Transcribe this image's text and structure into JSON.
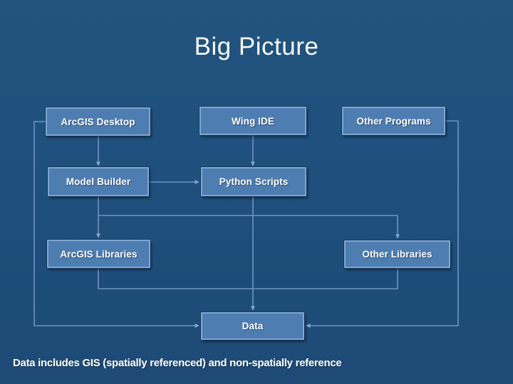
{
  "slide": {
    "title": "Big Picture",
    "caption": "Data includes GIS (spatially referenced) and non-spatially reference",
    "colors": {
      "background": "#1f4e7c",
      "box_fill": "#4e7db2",
      "box_border": "#7fa5d1",
      "connector": "#6d94c4",
      "text": "#ffffff"
    }
  },
  "diagram": {
    "nodes": [
      {
        "id": "arcgis-desktop",
        "label": "ArcGIS Desktop"
      },
      {
        "id": "wing-ide",
        "label": "Wing IDE"
      },
      {
        "id": "other-programs",
        "label": "Other Programs"
      },
      {
        "id": "model-builder",
        "label": "Model Builder"
      },
      {
        "id": "python-scripts",
        "label": "Python Scripts"
      },
      {
        "id": "arcgis-libraries",
        "label": "ArcGIS Libraries"
      },
      {
        "id": "other-libraries",
        "label": "Other Libraries"
      },
      {
        "id": "data",
        "label": "Data"
      }
    ],
    "edges": [
      {
        "from": "arcgis-desktop",
        "to": "model-builder",
        "arrow": true
      },
      {
        "from": "wing-ide",
        "to": "python-scripts",
        "arrow": true
      },
      {
        "from": "model-builder",
        "to": "python-scripts",
        "arrow": true
      },
      {
        "from": "model-builder",
        "to": "arcgis-libraries",
        "arrow": true
      },
      {
        "from": "model-builder",
        "to": "other-libraries",
        "arrow": true
      },
      {
        "from": "arcgis-libraries",
        "to": "other-libraries",
        "arrow": false
      },
      {
        "from": "python-scripts",
        "to": "data",
        "arrow": true
      },
      {
        "from": "arcgis-desktop",
        "to": "data",
        "arrow": true
      },
      {
        "from": "other-programs",
        "to": "data",
        "arrow": true
      }
    ]
  }
}
